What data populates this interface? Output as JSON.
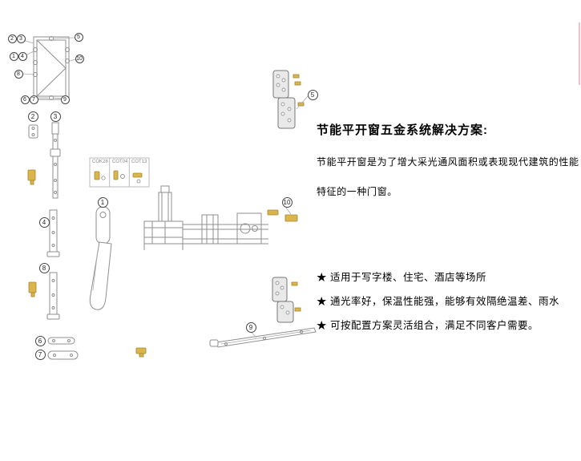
{
  "colors": {
    "accent-gold": "#d9b54c",
    "gold-stroke": "#a8862e",
    "line-gray": "#8f8f8f",
    "dark-gray": "#777777",
    "text-black": "#111111",
    "edge-pink": "#e8a8b0"
  },
  "content": {
    "title": "节能平开窗五金系统解决方案:",
    "description": "节能平开窗是为了增大采光通风面积或表现现代建筑的性能特征的一种门窗。",
    "bullets": [
      "★ 适用于写字楼、住宅、酒店等场所",
      "★ 通光率好，保温性能强，能够有效隔绝温差、雨水",
      "★ 可按配置方案灵活组合，满足不同客户需要。"
    ]
  },
  "diagram": {
    "callouts": {
      "c1": "1",
      "c2": "2",
      "c3": "3",
      "c4": "4",
      "c5": "5",
      "c6": "6",
      "c7": "7",
      "c8": "8",
      "c9": "9",
      "c10": "10"
    },
    "box_labels": [
      "COK28",
      "COT04",
      "COT13"
    ]
  }
}
